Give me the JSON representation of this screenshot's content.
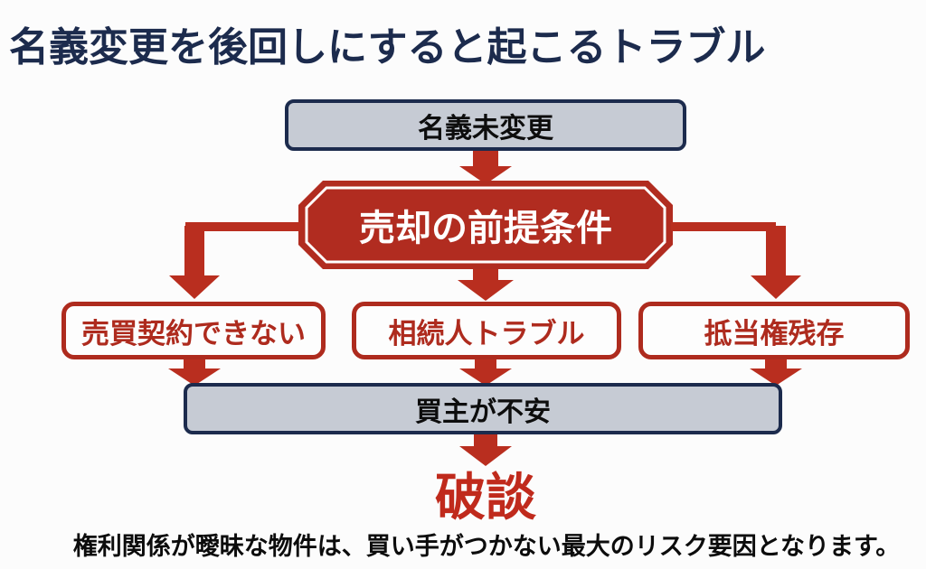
{
  "title": "名義変更を後回しにすると起こるトラブル",
  "flow": {
    "start": "名義未変更",
    "condition": "売却の前提条件",
    "problems": [
      {
        "label": "売買契約できない"
      },
      {
        "label": "相続人トラブル"
      },
      {
        "label": "抵当権残存"
      }
    ],
    "result": "買主が不安",
    "outcome": "破談"
  },
  "caption": "権利関係が曖昧な物件は、買い手がつかない最大のリスク要因となります。",
  "colors": {
    "title_navy": "#1c2b4d",
    "accent_red": "#b92e1f",
    "octagon_red": "#b12c20",
    "problem_red": "#ae2b1e",
    "box_fill_gray": "#c6cbd4",
    "box_border_navy": "#1c2b4d",
    "outcome_red": "#c02a1c",
    "background": "#fcfcfc"
  }
}
